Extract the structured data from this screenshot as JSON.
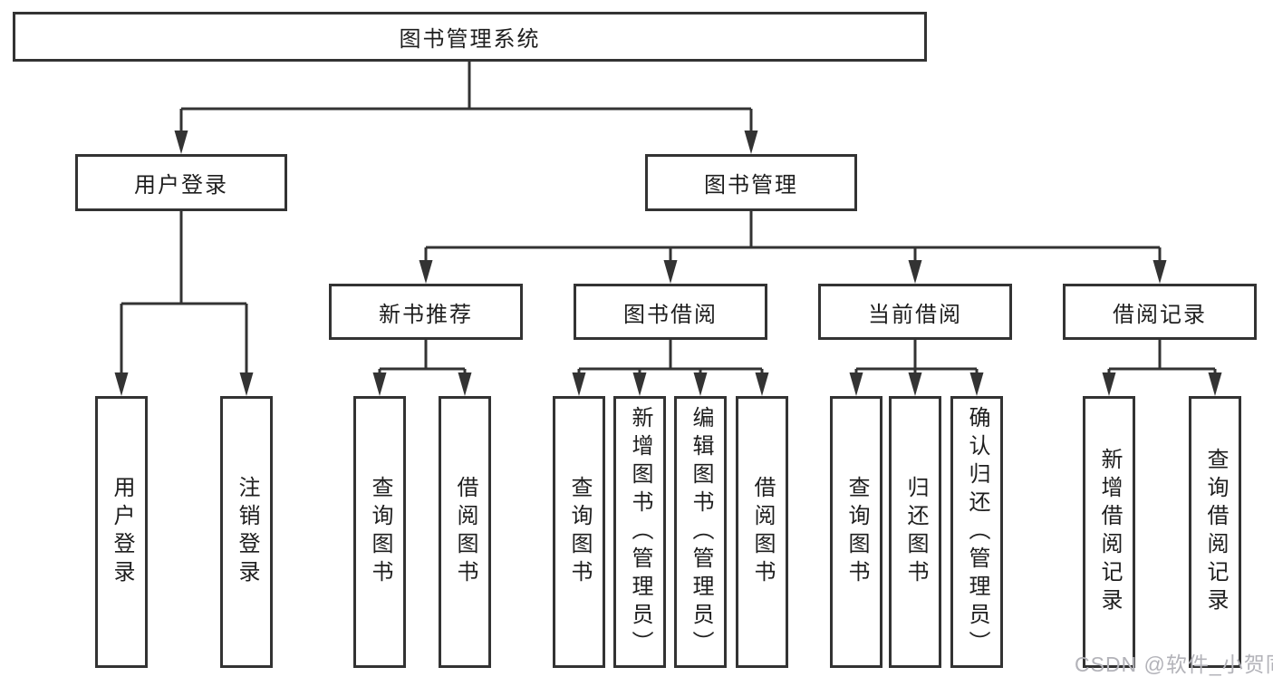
{
  "tree": {
    "label": "图书管理系统",
    "children": [
      {
        "label": "用户登录",
        "children": [
          {
            "label": "用户登录"
          },
          {
            "label": "注销登录"
          }
        ]
      },
      {
        "label": "图书管理",
        "children": [
          {
            "label": "新书推荐",
            "children": [
              {
                "label": "查询图书"
              },
              {
                "label": "借阅图书"
              }
            ]
          },
          {
            "label": "图书借阅",
            "children": [
              {
                "label": "查询图书"
              },
              {
                "label": "新增图书（管理员）"
              },
              {
                "label": "编辑图书（管理员）"
              },
              {
                "label": "借阅图书"
              }
            ]
          },
          {
            "label": "当前借阅",
            "children": [
              {
                "label": "查询图书"
              },
              {
                "label": "归还图书"
              },
              {
                "label": "确认归还（管理员）"
              }
            ]
          },
          {
            "label": "借阅记录",
            "children": [
              {
                "label": "新增借阅记录"
              },
              {
                "label": "查询借阅记录"
              }
            ]
          }
        ]
      }
    ]
  },
  "watermark": {
    "text": "CSDN @软件_小贺同学"
  },
  "colors": {
    "line": "#333333",
    "box_border": "#333333",
    "text": "#1e1e1e",
    "background": "#ffffff",
    "watermark": "#b3b3b9"
  }
}
